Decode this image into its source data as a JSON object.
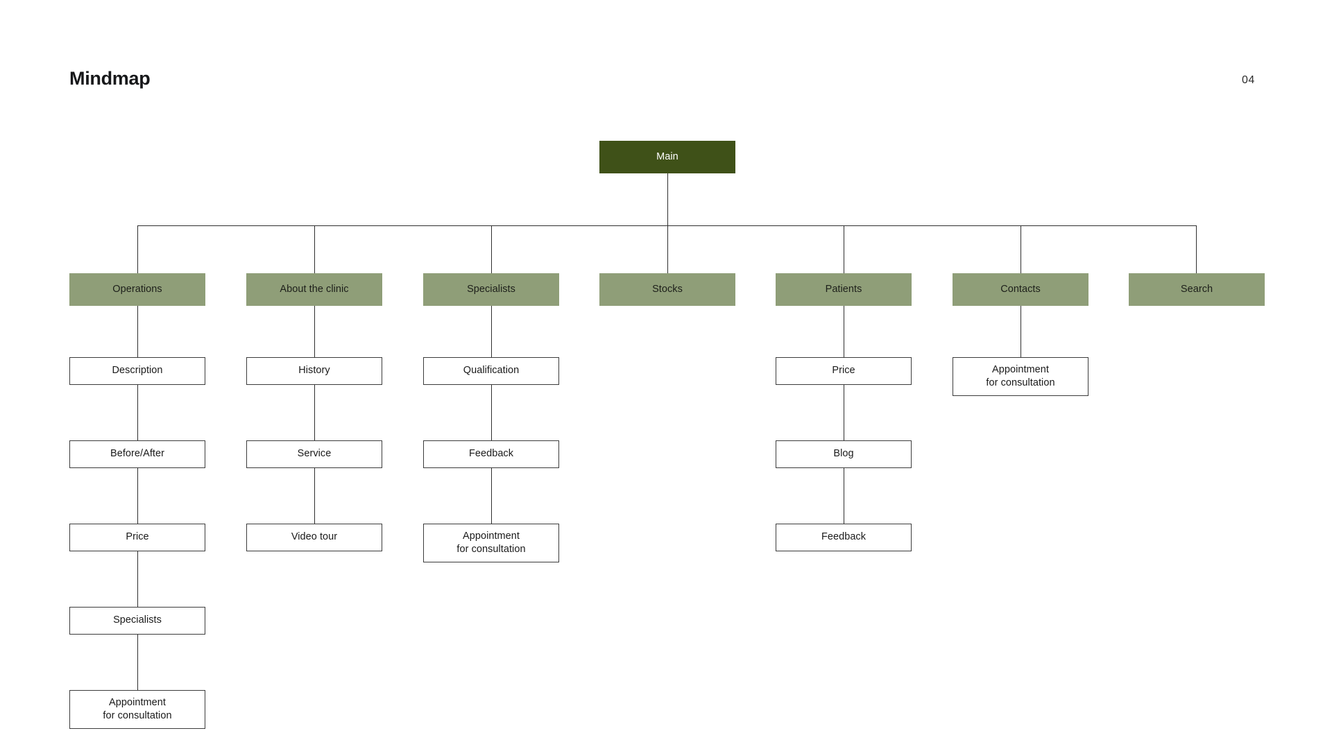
{
  "header": {
    "title": "Mindmap",
    "page_number": "04"
  },
  "colors": {
    "root_fill": "#3F5118",
    "root_text": "#FFFFFF",
    "section_fill": "#8F9E78",
    "section_text": "#1D1F1A",
    "leaf_fill": "#FFFFFF",
    "leaf_border": "#3B3B3B",
    "connector": "#2E2E2E",
    "background": "#FFFFFF"
  },
  "diagram": {
    "type": "sitemap-tree",
    "root": {
      "label": "Main"
    },
    "sections": [
      {
        "label": "Operations",
        "children": [
          {
            "label": "Description"
          },
          {
            "label": "Before/After"
          },
          {
            "label": "Price"
          },
          {
            "label": "Specialists"
          },
          {
            "line1": "Appointment",
            "line2": "for consultation"
          }
        ]
      },
      {
        "label": "About the clinic",
        "children": [
          {
            "label": "History"
          },
          {
            "label": "Service"
          },
          {
            "label": "Video tour"
          }
        ]
      },
      {
        "label": "Specialists",
        "children": [
          {
            "label": "Qualification"
          },
          {
            "label": "Feedback"
          },
          {
            "line1": "Appointment",
            "line2": "for consultation"
          }
        ]
      },
      {
        "label": "Stocks",
        "children": []
      },
      {
        "label": "Patients",
        "children": [
          {
            "label": "Price"
          },
          {
            "label": "Blog"
          },
          {
            "label": "Feedback"
          }
        ]
      },
      {
        "label": "Contacts",
        "children": [
          {
            "line1": "Appointment",
            "line2": "for consultation"
          }
        ]
      },
      {
        "label": "Search",
        "children": []
      }
    ]
  }
}
